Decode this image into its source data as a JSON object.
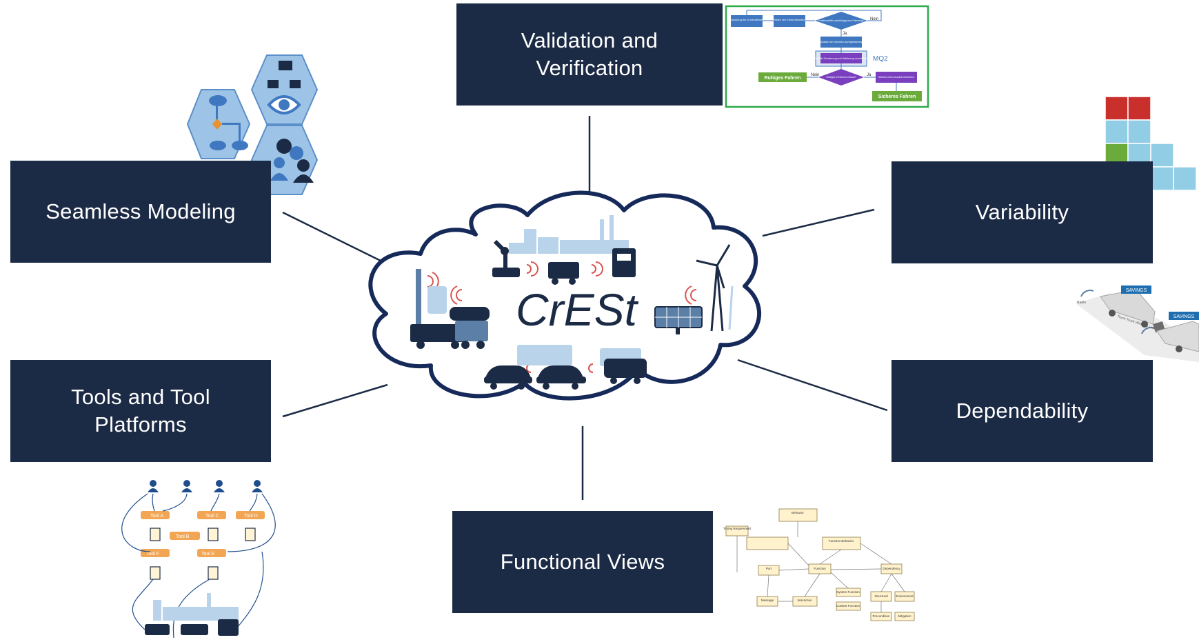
{
  "center": {
    "title": "CrESt"
  },
  "topics": {
    "validation": {
      "line1": "Validation and",
      "line2": "Verification"
    },
    "seamless": {
      "label": "Seamless Modeling"
    },
    "variability": {
      "label": "Variability"
    },
    "tools": {
      "line1": "Tools and Tool",
      "line2": "Platforms"
    },
    "dependability": {
      "label": "Dependability"
    },
    "functional": {
      "label": "Functional Views"
    }
  },
  "flowchart": {
    "box1": "Entwicklung der Kontrollfunktion",
    "box2": "Testen der Kontrollfunktion",
    "decision1": "Funktionalität unabhängig vom Fahrzeug?",
    "nein1": "Nein",
    "ja1": "Ja",
    "box3": "Kontrollfunktion am virtuellen Anzeigefahrzeug testen",
    "box4": "Virtuelle Simulierung und Validierung durchführen",
    "mq": "MQ2",
    "decision2": "Gültiges Verfahren erfasst?",
    "nein2": "Nein",
    "ja2": "Ja",
    "left_result": "Ruhiges Fahren",
    "right_box": "Starten eines Ausfall-Verfahren",
    "bottom_result": "Sicheres Fahren"
  },
  "trucks": {
    "badge1": "SAVINGS",
    "badge2": "SAVINGS",
    "road": "Truck-Truck Wireless Link",
    "radio": "Radio"
  },
  "tool_chain": {
    "tool_a": "Tool A",
    "tool_b": "Tool B",
    "tool_c": "Tool C",
    "tool_d": "Tool D",
    "tool_e": "Tool E",
    "tool_f": "Tool F"
  },
  "uml": {
    "behavior": "Behavior",
    "timing": "Timing Requirement",
    "func_behavior": "Function Behavior",
    "fn": "Function",
    "port": "Port",
    "message": "Message",
    "interaction": "Interaction",
    "dependency": "Dependency",
    "system_function": "System Function",
    "context_function": "Context Function",
    "structural": "Structural",
    "environment": "Environment",
    "precondition": "Precondition",
    "mitigation": "Mitigation"
  },
  "colors": {
    "box_bg": "#1c2b45",
    "cloud_stroke": "#162a5a",
    "accent_orange": "#f2a654",
    "accent_green": "#6aab3c"
  }
}
